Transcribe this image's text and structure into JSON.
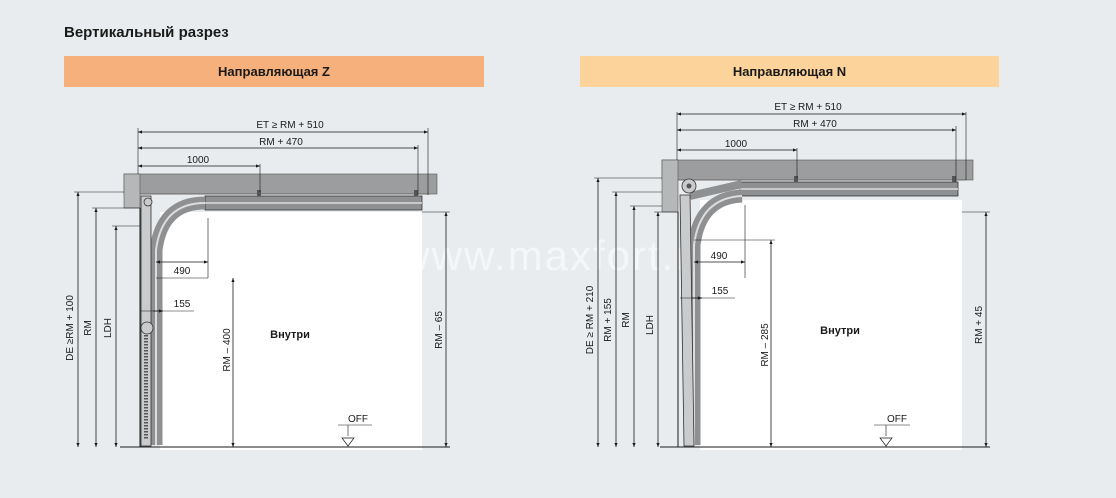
{
  "page": {
    "title": "Вертикальный разрез",
    "watermark": "www.maxfort.ru"
  },
  "colors": {
    "background": "#e8ecee",
    "banner_z": "#f5b07c",
    "banner_n": "#fbd39b",
    "ceiling": "#9b9d9e",
    "rail": "#8e9092",
    "line": "#1a1a1a"
  },
  "z_diagram": {
    "banner": "Направляющая Z",
    "dims": {
      "et": "ET ≥ RM + 510",
      "rm470": "RM + 470",
      "d1000": "1000",
      "d490": "490",
      "d155": "155",
      "de": "DE ≥RM + 100",
      "rm": "RM",
      "ldh": "LDH",
      "rm400": "RM – 400",
      "rm65": "RM – 65"
    },
    "inside": "Внутри",
    "off": "OFF"
  },
  "n_diagram": {
    "banner": "Направляющая N",
    "dims": {
      "et": "ET ≥ RM + 510",
      "rm470": "RM + 470",
      "d1000": "1000",
      "d490": "490",
      "d155": "155",
      "de": "DE ≥ RM + 210",
      "rm155": "RM + 155",
      "rm": "RM",
      "ldh": "LDH",
      "rm285": "RM – 285",
      "rm45": "RM + 45"
    },
    "inside": "Внутри",
    "off": "OFF"
  }
}
